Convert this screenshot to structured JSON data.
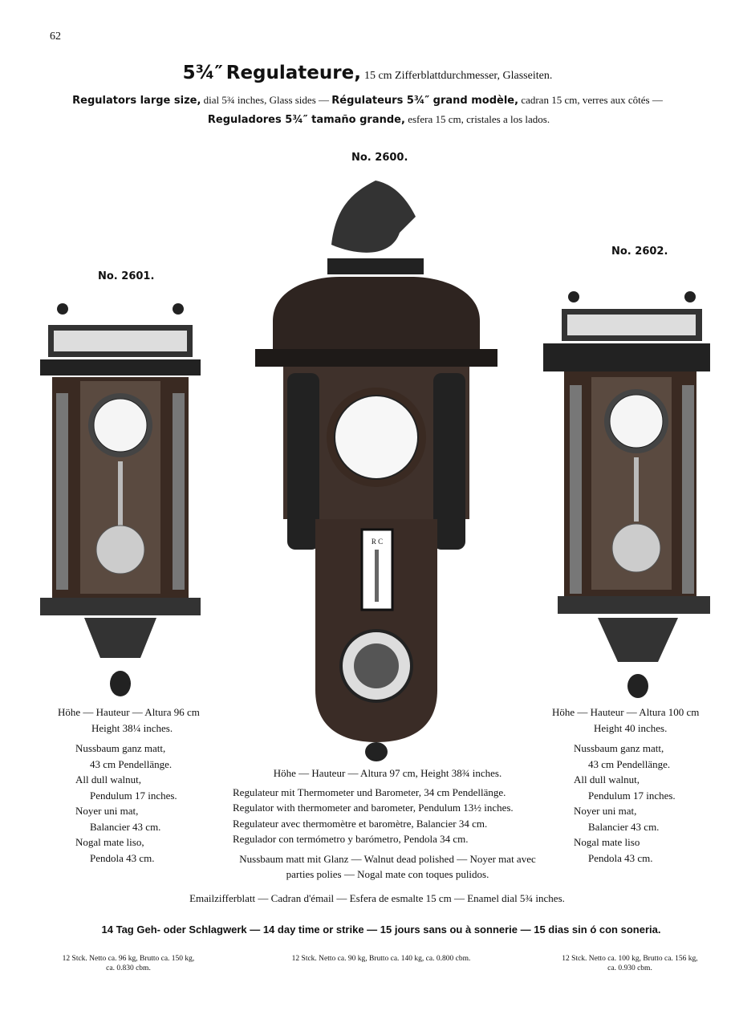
{
  "page_number": "62",
  "title": {
    "size": "5¾″",
    "name": "Regulateure,",
    "rest": "15 cm Zifferblattdurchmesser, Glasseiten."
  },
  "subtitle1": {
    "b1": "Regulators large size,",
    "t1": "dial 5¾ inches, Glass sides —",
    "b2": "Régulateurs 5¾″ grand modèle,",
    "t2": "cadran 15 cm, verres aux côtés —"
  },
  "subtitle2": {
    "b1": "Reguladores 5¾″ tamaño grande,",
    "t1": "esfera 15 cm, cristales a los lados."
  },
  "clocks": {
    "left": {
      "number": "No. 2601.",
      "height": "Höhe — Hauteur — Altura 96 cm",
      "height_in": "Height 38¼ inches.",
      "lines": [
        "Nussbaum ganz matt,",
        "43 cm Pendellänge.",
        "All dull walnut,",
        "Pendulum 17 inches.",
        "Noyer uni mat,",
        "Balancier 43 cm.",
        "Nogal mate liso,",
        "Pendola 43 cm."
      ],
      "packing": "12 Stck. Netto ca. 96 kg, Brutto ca. 150 kg,",
      "packing2": "ca. 0.830 cbm."
    },
    "center": {
      "number": "No. 2600.",
      "height": "Höhe — Hauteur — Altura 97 cm, Height 38¾ inches.",
      "lines": [
        "Regulateur mit Thermometer und Barometer, 34 cm Pendellänge.",
        "Regulator with thermometer and barometer, Pendulum 13½ inches.",
        "Regulateur avec thermomètre et baromètre, Balancier 34 cm.",
        "Regulador con termómetro y barómetro, Pendola 34 cm."
      ],
      "finish": "Nussbaum matt mit Glanz — Walnut dead polished — Noyer mat avec",
      "finish2": "parties polies — Nogal mate con toques pulidos.",
      "thermo_label": "R C",
      "packing": "12 Stck. Netto ca. 90 kg, Brutto ca. 140 kg, ca. 0.800 cbm."
    },
    "right": {
      "number": "No. 2602.",
      "height": "Höhe — Hauteur — Altura 100 cm",
      "height_in": "Height 40 inches.",
      "lines": [
        "Nussbaum ganz matt,",
        "43 cm Pendellänge.",
        "All dull walnut,",
        "Pendulum 17 inches.",
        "Noyer uni mat,",
        "Balancier 43 cm.",
        "Nogal mate liso",
        "Pendola 43 cm."
      ],
      "packing": "12 Stck. Netto ca. 100 kg, Brutto ca. 156 kg,",
      "packing2": "ca. 0.930 cbm."
    }
  },
  "dial_note": "Emailzifferblatt — Cadran d'émail — Esfera de esmalte 15 cm — Enamel dial 5¾ inches.",
  "movement_note": "14 Tag Geh- oder Schlagwerk — 14 day time or strike — 15 jours sans ou à sonnerie — 15 dias sin ó con soneria."
}
